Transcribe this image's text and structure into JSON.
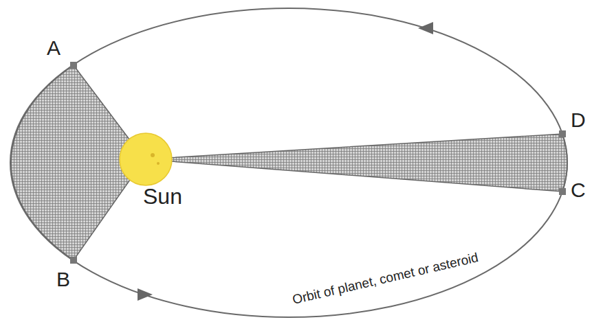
{
  "diagram": {
    "labels": [
      "A",
      "D",
      "Sun",
      "C",
      "B",
      "Orbit of planet, comet or asteroid"
    ]
  }
}
